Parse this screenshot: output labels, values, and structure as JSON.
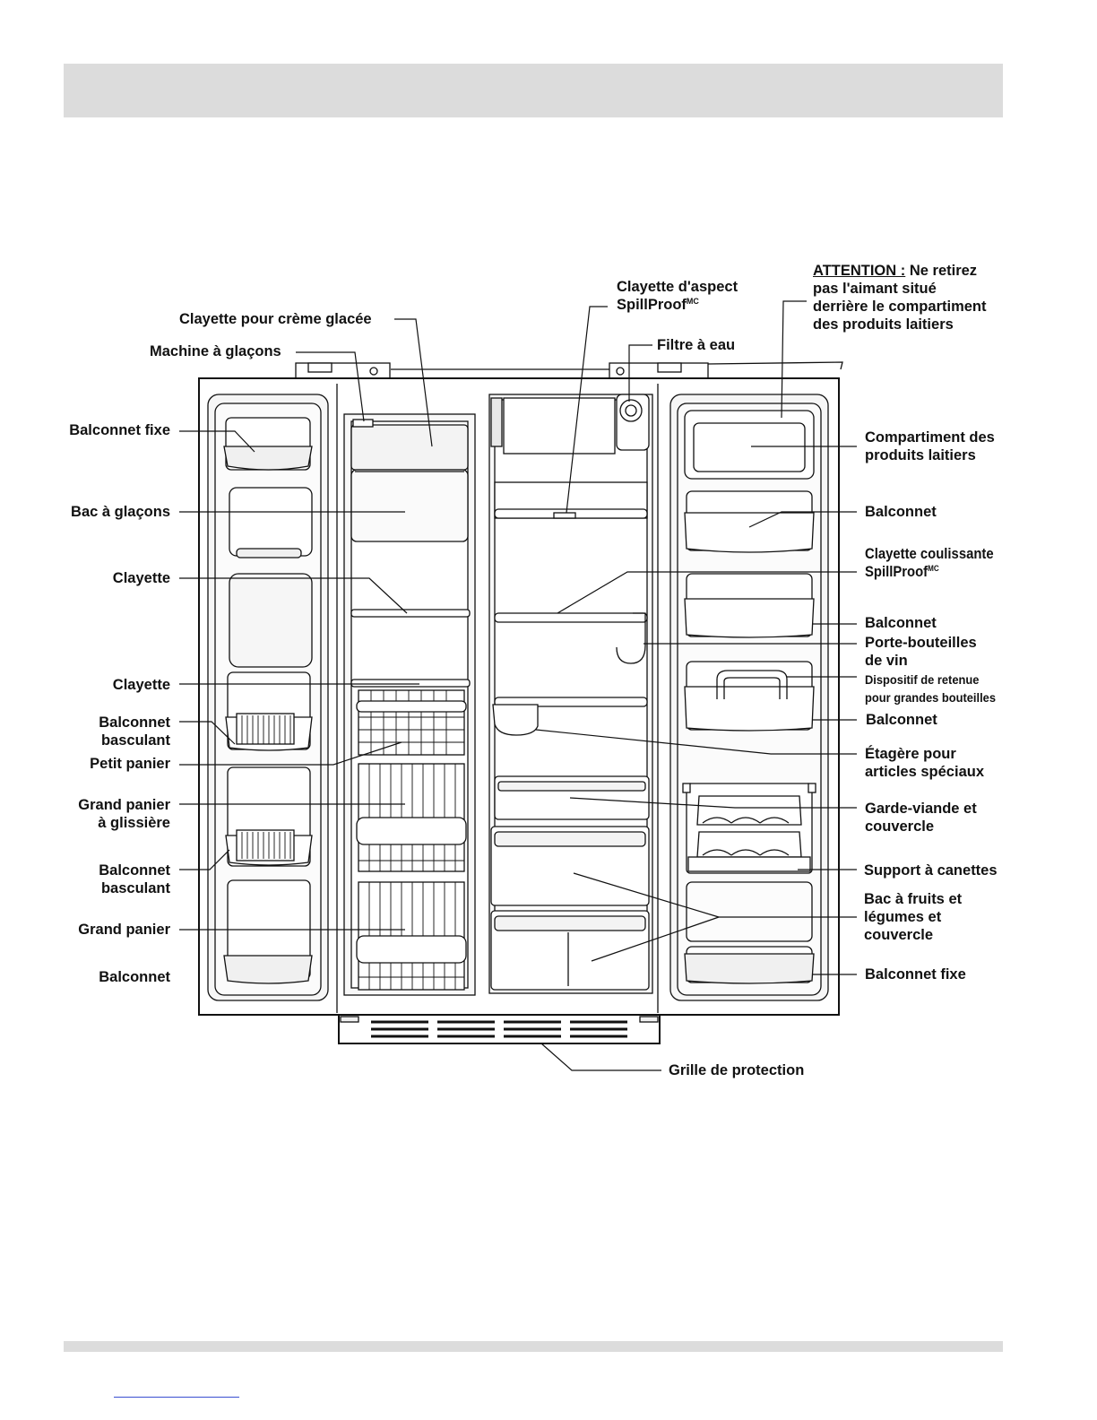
{
  "labels": {
    "clayette_creme": "Clayette pour crème glacée",
    "machine_glacons": "Machine à glaçons",
    "balconnet_fixe_left": "Balconnet fixe",
    "bac_glacons": "Bac à glaçons",
    "clayette_1": "Clayette",
    "clayette_2": "Clayette",
    "balconnet_basculant_1": [
      "Balconnet",
      "basculant"
    ],
    "petit_panier": "Petit panier",
    "grand_panier_glissiere": [
      "Grand panier",
      "à glissière"
    ],
    "balconnet_basculant_2": [
      "Balconnet",
      "basculant"
    ],
    "grand_panier": "Grand panier",
    "balconnet_left_bottom": "Balconnet",
    "clayette_aspect": [
      "Clayette d'aspect",
      "SpillProof"
    ],
    "superscript_mc": "MC",
    "filtre_eau": "Filtre à eau",
    "attention_prefix": "ATTENTION :",
    "attention_rest": [
      "Ne retirez",
      "pas l'aimant situé",
      "derrière le compartiment",
      "des produits laitiers"
    ],
    "compartiment_laitiers": [
      "Compartiment des",
      "produits laitiers"
    ],
    "balconnet_r1": "Balconnet",
    "clayette_coulissante": [
      "Clayette coulissante",
      "SpillProof"
    ],
    "balconnet_r2": "Balconnet",
    "porte_bouteilles": [
      "Porte-bouteilles",
      "de vin"
    ],
    "dispositif_retenue": [
      "Dispositif de retenue",
      "pour grandes bouteilles"
    ],
    "balconnet_r3": "Balconnet",
    "etagere_speciaux": [
      "Étagère pour",
      "articles spéciaux"
    ],
    "garde_viande": [
      "Garde-viande et",
      "couvercle"
    ],
    "support_canettes": "Support à canettes",
    "bac_fruits": [
      "Bac à fruits et",
      "légumes et",
      "couvercle"
    ],
    "balconnet_fixe_right": "Balconnet fixe",
    "grille_protection": "Grille de protection"
  },
  "colors": {
    "band": "#dcdcdc",
    "line": "#111111",
    "fill_light": "#f4f4f4",
    "footer_link": "#3a4fd0"
  }
}
